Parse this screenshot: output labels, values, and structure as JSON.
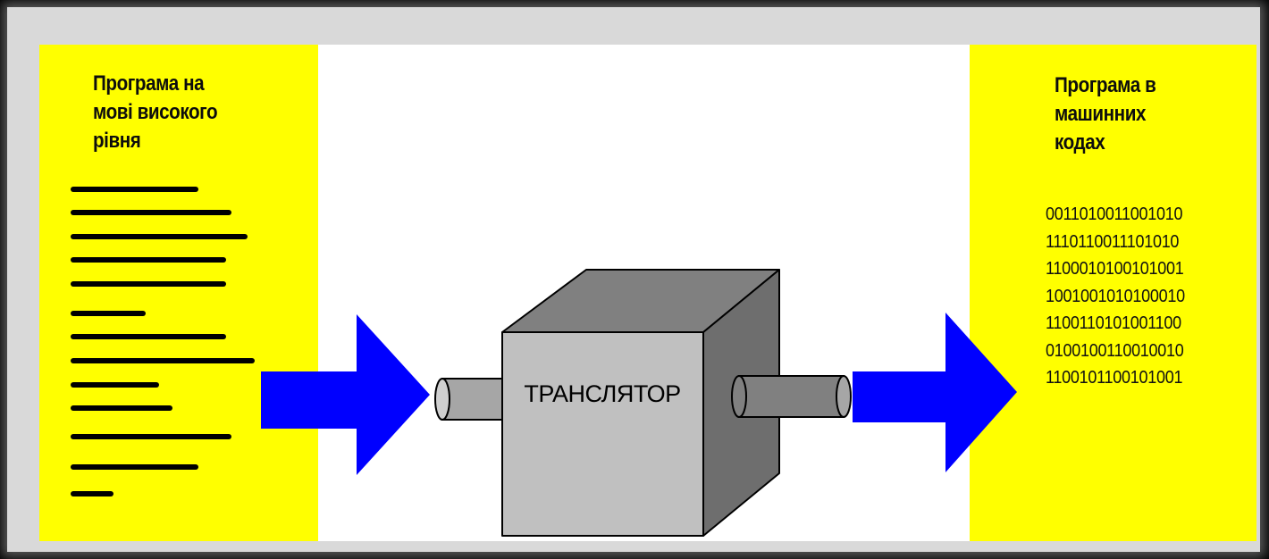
{
  "source_box": {
    "title": "Програма на\nмові високого\nрівня",
    "text_lines": 13
  },
  "translator": {
    "label": "ТРАНСЛЯТОР"
  },
  "target_box": {
    "title": "Програма в\nмашинних\nкодах",
    "code_lines": [
      "0011010011001010",
      "1110110011101010",
      "1100010100101001",
      "1001001010100010",
      "1100110101001100",
      "0100100110010010",
      "1100101100101001"
    ]
  },
  "colors": {
    "panel_fill": "#ffff00",
    "arrow_fill": "#0000ff",
    "box_front": "#c0c0c0",
    "box_top": "#808080",
    "box_side": "#6e6e6e"
  }
}
